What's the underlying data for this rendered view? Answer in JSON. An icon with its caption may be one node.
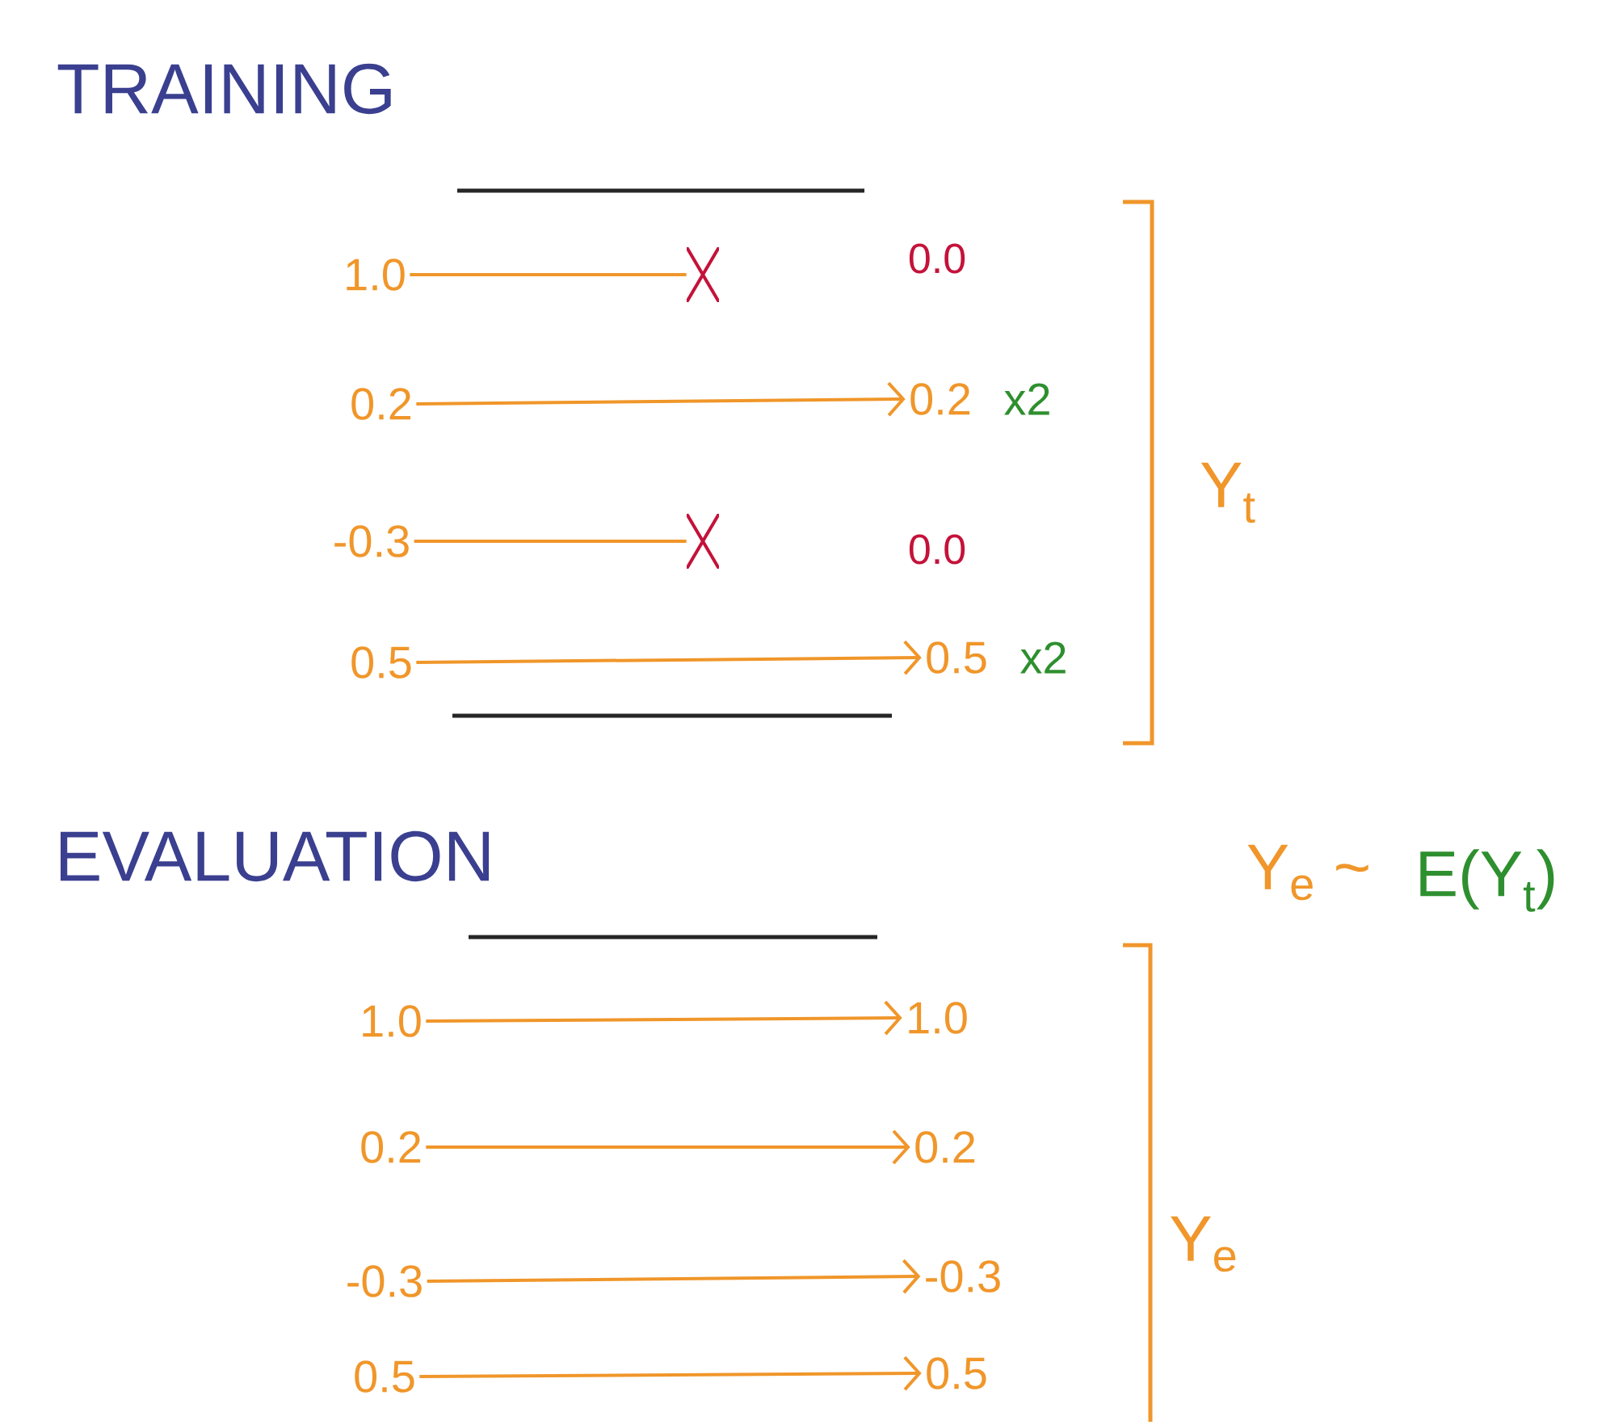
{
  "diagram": {
    "nodes": [
      {
        "text": [
          "1.0"
        ]
      },
      {
        "text": [],
        "shape": "cross"
      },
      {
        "text": [
          "0.2"
        ]
      },
      {
        "text": [
          "0.2"
        ],
        "beside": [
          "x2"
        ]
      },
      {
        "text": [
          "-0.3"
        ]
      },
      {
        "text": [],
        "shape": "cross"
      },
      {
        "text": [
          "0.5"
        ]
      },
      {
        "text": [
          "0.5"
        ],
        "beside": [
          "x2"
        ]
      },
      {
        "text": [
          "1.0"
        ]
      },
      {
        "text": [
          "1.0"
        ]
      },
      {
        "text": [
          "0.2"
        ]
      },
      {
        "text": [
          "0.2"
        ]
      },
      {
        "text": [
          "-0.3"
        ]
      },
      {
        "text": [
          "-0.3"
        ]
      },
      {
        "text": [
          "0.5"
        ]
      },
      {
        "text": [
          "0.5"
        ]
      }
    ],
    "edges": [
      {
        "from": 0,
        "to": 1,
        "arrow": "none"
      },
      {
        "from": 2,
        "to": 3,
        "arrow": "to"
      },
      {
        "from": 4,
        "to": 5,
        "arrow": "none"
      },
      {
        "from": 6,
        "to": 7,
        "arrow": "to"
      },
      {
        "from": 8,
        "to": 9,
        "arrow": "to"
      },
      {
        "from": 10,
        "to": 11,
        "arrow": "to"
      },
      {
        "from": 12,
        "to": 13,
        "arrow": "to"
      },
      {
        "from": 14,
        "to": 15,
        "arrow": "to"
      }
    ],
    "labels": [
      "TRAINING",
      "0.0",
      "0.0",
      "Y$_{t}$",
      "EVALUATION",
      "Y$_{e}$ ~",
      "E(Y$_{t}$)",
      "Y$_{e}$"
    ]
  }
}
